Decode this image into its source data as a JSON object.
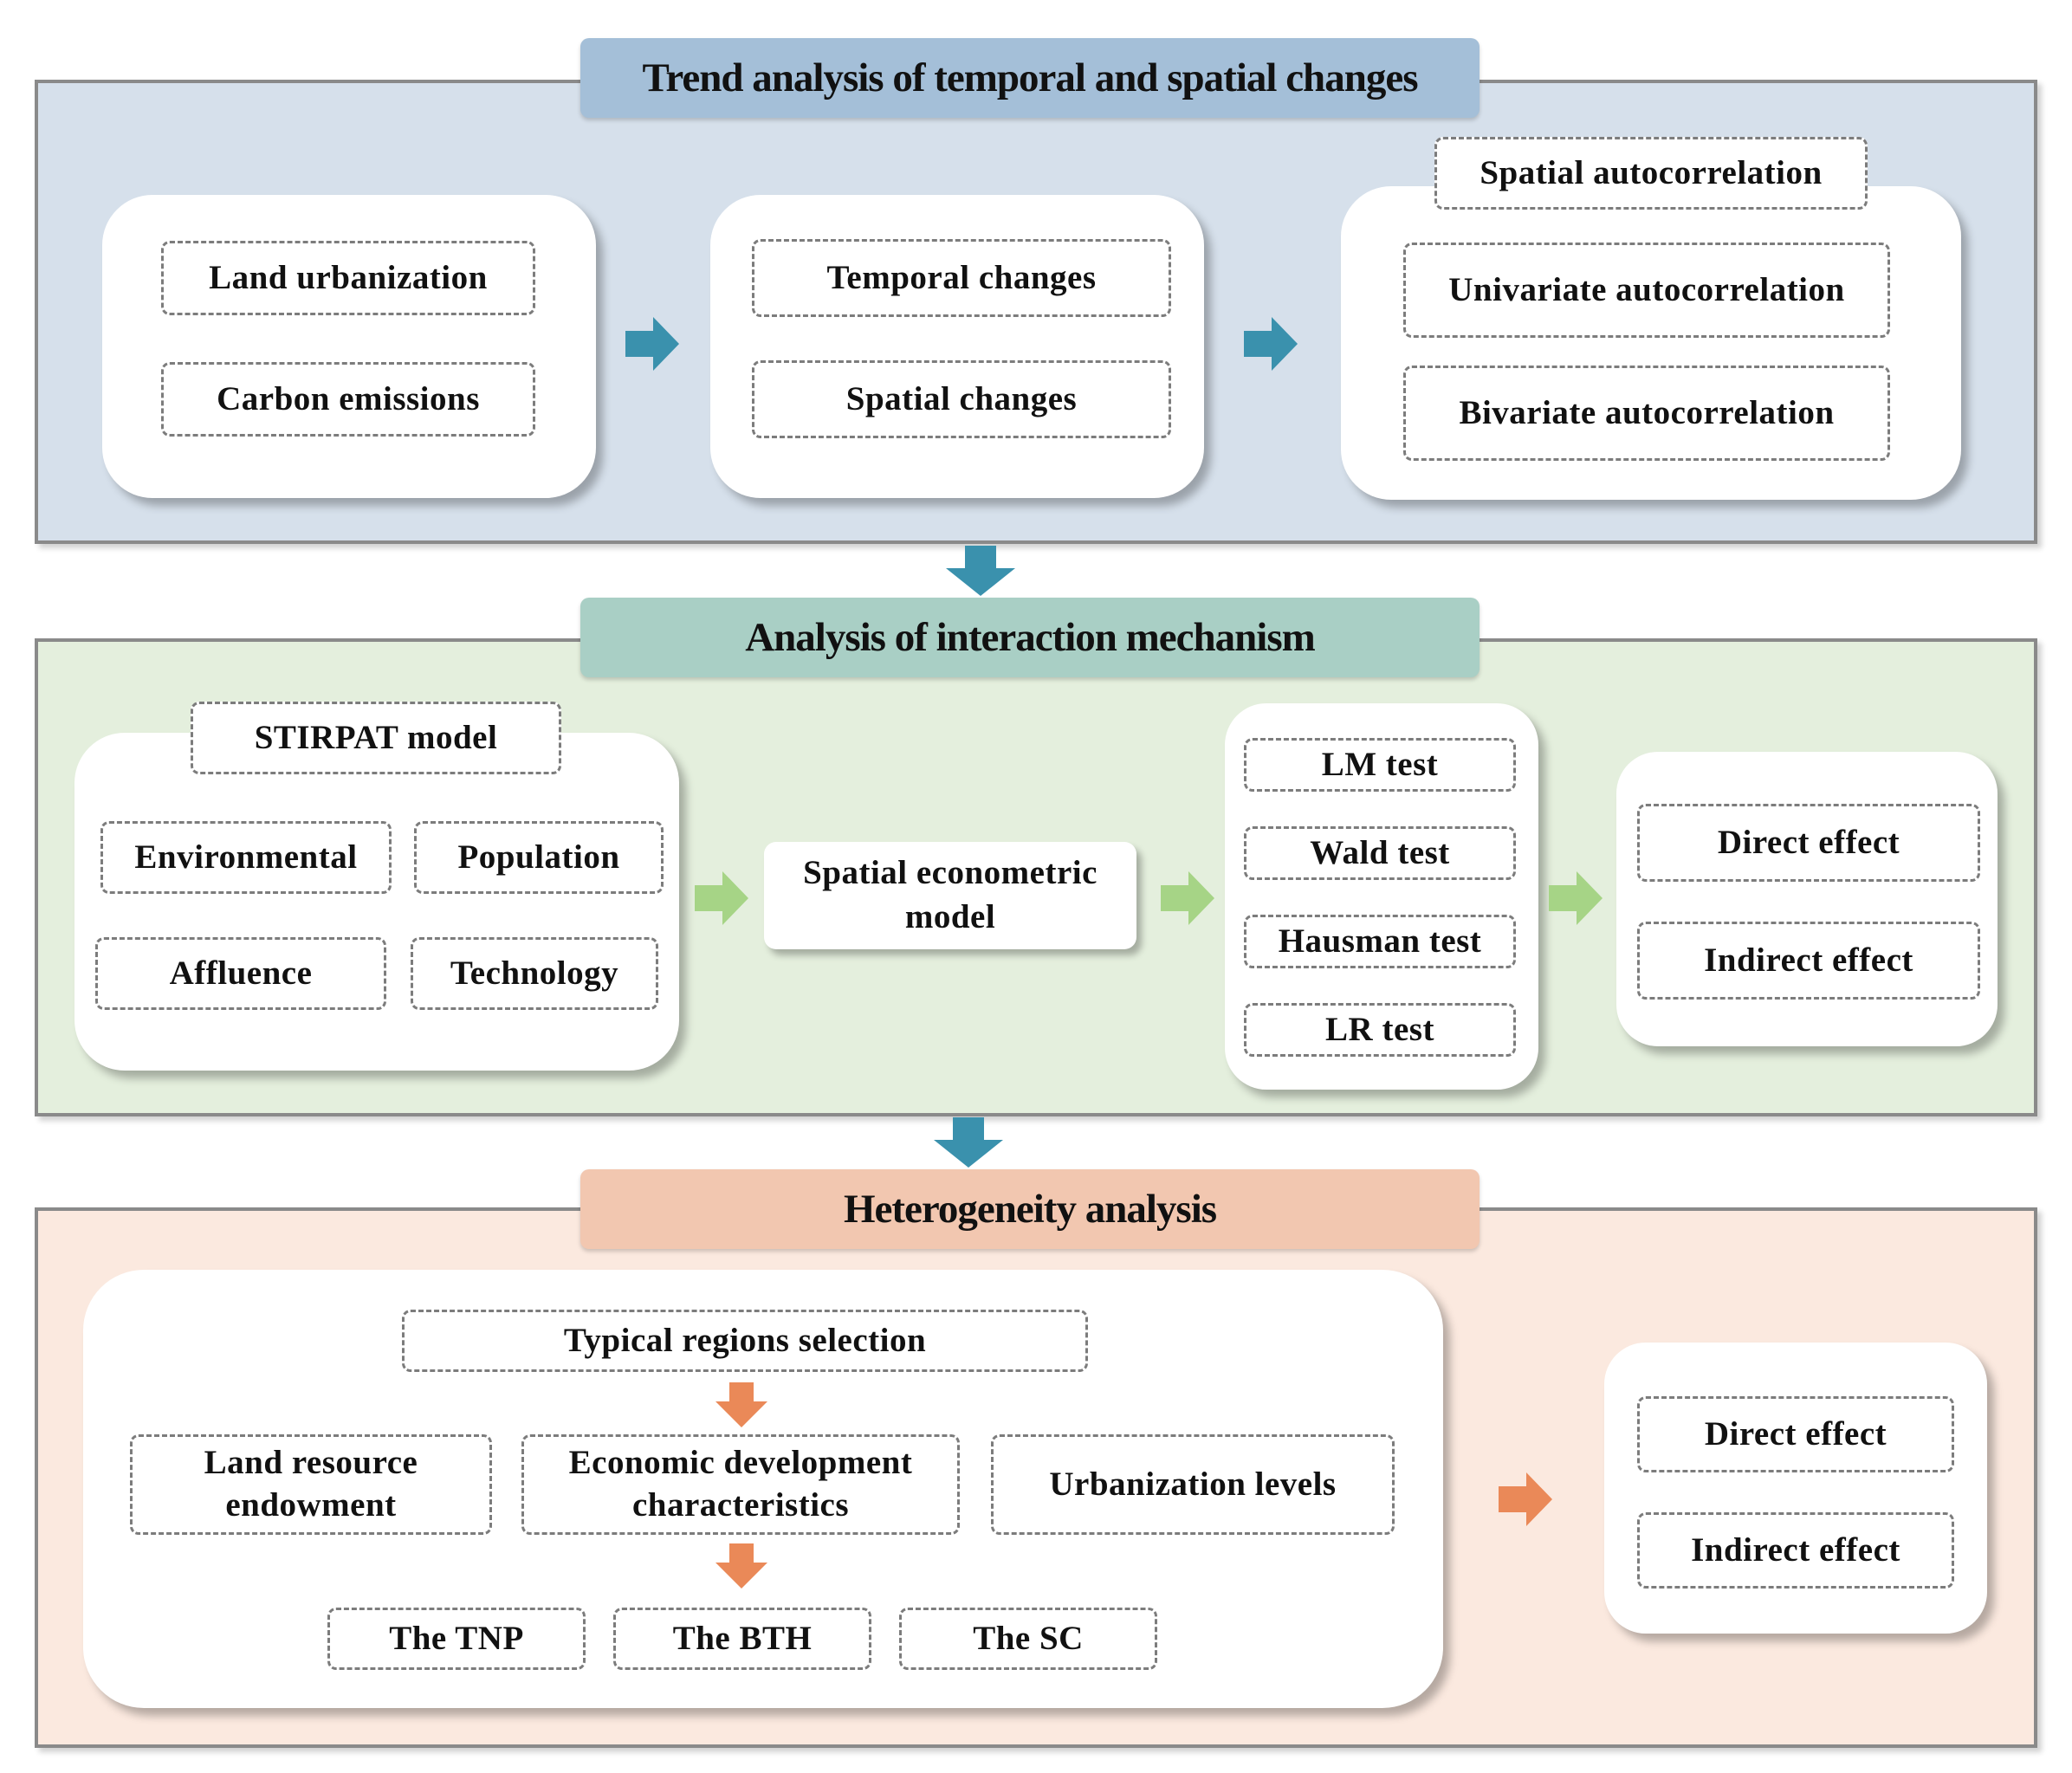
{
  "colors": {
    "section1_fill": "#d6e0eb",
    "section1_header": "#a4bfd8",
    "section2_fill": "#e4efdd",
    "section2_header": "#a9cfc5",
    "section3_fill": "#fbe9df",
    "section3_header": "#f2c7b0",
    "arrow_blue": "#3a91ad",
    "arrow_green": "#a6d486",
    "arrow_orange": "#ea8958"
  },
  "section1": {
    "title": "Trend analysis of temporal and spatial changes",
    "inputs": [
      "Land urbanization",
      "Carbon emissions"
    ],
    "changes": [
      "Temporal changes",
      "Spatial changes"
    ],
    "autocorrelation": {
      "title": "Spatial autocorrelation",
      "items": [
        "Univariate autocorrelation",
        "Bivariate autocorrelation"
      ]
    }
  },
  "section2": {
    "title": "Analysis of interaction mechanism",
    "stirpat": {
      "title": "STIRPAT model",
      "factors": [
        "Environmental",
        "Population",
        "Affluence",
        "Technology"
      ]
    },
    "model": "Spatial econometric model",
    "tests": [
      "LM test",
      "Wald test",
      "Hausman test",
      "LR test"
    ],
    "effects": [
      "Direct effect",
      "Indirect effect"
    ]
  },
  "section3": {
    "title": "Heterogeneity analysis",
    "selection": "Typical regions selection",
    "criteria": [
      "Land resource endowment",
      "Economic development characteristics",
      "Urbanization levels"
    ],
    "regions": [
      "The TNP",
      "The BTH",
      "The SC"
    ],
    "effects": [
      "Direct effect",
      "Indirect effect"
    ]
  },
  "icons": {
    "right_arrow": "right-arrow-icon",
    "down_arrow": "down-arrow-icon"
  }
}
